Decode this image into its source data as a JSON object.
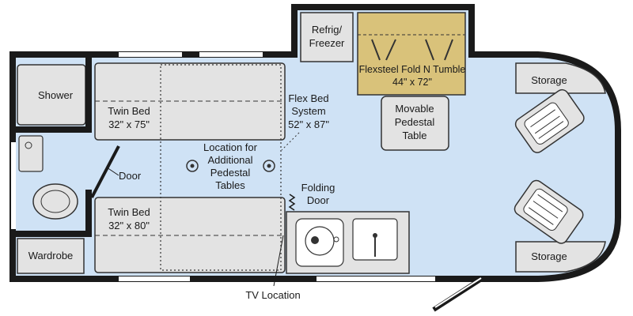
{
  "floorplan": {
    "colors": {
      "floor": "#cfe2f5",
      "furniture": "#e3e3e3",
      "wall": "#1a1a1a",
      "accent_sofa": "#d9c27a",
      "window": "#ffffff"
    },
    "labels": {
      "shower": "Shower",
      "twin_bed_1_name": "Twin Bed",
      "twin_bed_1_size": "32\" x 75\"",
      "twin_bed_2_name": "Twin Bed",
      "twin_bed_2_size": "32\" x 80\"",
      "door": "Door",
      "wardrobe": "Wardrobe",
      "pedestal_tables_line1": "Location for",
      "pedestal_tables_line2": "Additional",
      "pedestal_tables_line3": "Pedestal",
      "pedestal_tables_line4": "Tables",
      "flex_bed_line1": "Flex Bed",
      "flex_bed_line2": "System",
      "flex_bed_size": "52\" x 87\"",
      "folding_door_line1": "Folding",
      "folding_door_line2": "Door",
      "tv_location": "TV Location",
      "refrig_line1": "Refrig/",
      "refrig_line2": "Freezer",
      "sofa_line1": "Flexsteel Fold N Tumble",
      "sofa_size": "44\" x 72\"",
      "movable_table_line1": "Movable",
      "movable_table_line2": "Pedestal",
      "movable_table_line3": "Table",
      "storage_top": "Storage",
      "storage_bottom": "Storage"
    }
  }
}
